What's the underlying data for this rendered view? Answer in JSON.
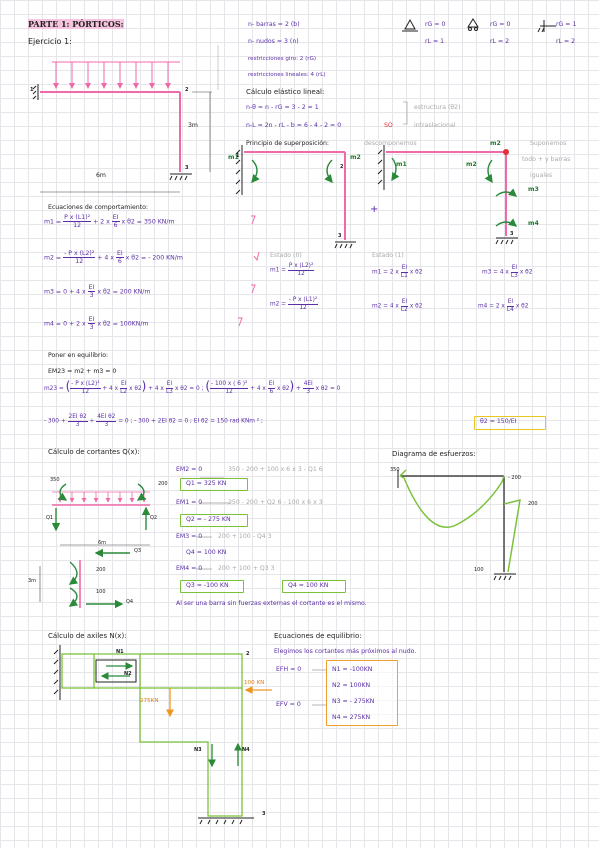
{
  "header": {
    "title": "PARTE 1: PÓRTICOS:",
    "subtitle": "Ejercicio 1:"
  },
  "counts": {
    "barras": "n- barras = 2  (b)",
    "nudos": "n- nudos = 3  (n)",
    "giro": "restricciones giro: 2 (rG)",
    "lineales": "restricciones lineales:  4  (rL)"
  },
  "supports": [
    {
      "top": "rG = 0",
      "bottom": "rL = 1"
    },
    {
      "top": "rG = 0",
      "bottom": "rL = 2"
    },
    {
      "top": "rG = 1",
      "bottom": "rL = 2"
    }
  ],
  "elastic": {
    "title": "Cálculo elástico lineal:",
    "eq1": "n-θ = n - rG = 3 - 2 = 1",
    "eq2": "n-L = 2n - rL - b = 6 - 4 - 2 = 0",
    "so": "SO",
    "note1": "estructura  (θ2)",
    "note2": "intraslacional"
  },
  "superposition": {
    "title": "Principio de superposición:",
    "aside": "descomponemos",
    "note1": "Suponemos",
    "note2": "todo + y barras",
    "note3": "iguales",
    "plus": "+"
  },
  "frame1": {
    "n1": "1",
    "n2": "2",
    "n3": "3",
    "len": "6m",
    "height": "3m"
  },
  "diag_labels": {
    "m1": "m1",
    "m2": "m2",
    "m3": "m3",
    "m4": "m4",
    "n1": "1",
    "n2": "2",
    "n3": "3"
  },
  "behaviour": {
    "title": "Ecuaciones de comportamiento:",
    "m1_lhs": "m1 =",
    "m1_num": "P x (L1)²",
    "m1_den": "12",
    "m1_mid": "+ 2 x",
    "m1_ei": "EI",
    "m1_l": "6",
    "m1_rhs": "x θ2 = 350 KN/m",
    "m2_lhs": "m2 =",
    "m2_num": "- P x (L2)²",
    "m2_den": "12",
    "m2_mid": "+ 4 x",
    "m2_ei": "EI",
    "m2_l": "6",
    "m2_rhs": "x θ2 = - 200 KN/m",
    "m3_lhs": "m3 =  0  + 4 x",
    "m3_ei": "EI",
    "m3_l": "3",
    "m3_rhs": "x θ2 = 200 KN/m",
    "m4_lhs": "m4 = 0  + 2 x",
    "m4_ei": "EI",
    "m4_l": "3",
    "m4_rhs": "x θ2 = 100KN/m"
  },
  "states": {
    "s0": "Estado (0)",
    "s1": "Estado (1)",
    "s0_m1_lhs": "m1 =",
    "s0_m1_num": "P x (L2)²",
    "s0_m1_den": "12",
    "s0_m2_lhs": "m2 =",
    "s0_m2_num": "- P x (L1)²",
    "s0_m2_den": "12",
    "s1_m1": "m1 = 2 x",
    "s1_m1_ei": "EI",
    "s1_m1_l": "L1",
    "s1_m1_r": "x θ2",
    "s1_m3": "m3 = 4 x",
    "s1_m3_ei": "EI",
    "s1_m3_l": "L3",
    "s1_m3_r": "x θ2",
    "s1_m2": "m2 = 4 x",
    "s1_m2_ei": "EI",
    "s1_m2_l": "L2",
    "s1_m2_r": "x θ2",
    "s1_m4": "m4 = 2 x",
    "s1_m4_ei": "EI",
    "s1_m4_l": "L4",
    "s1_m4_r": "x θ2"
  },
  "equilibrium": {
    "title": "Poner en equilibrio:",
    "l1": "EM23 = m2 + m3 = 0",
    "l2_lhs": "m23 =",
    "l2_num": "- P x (L2)²",
    "l2_den": "12",
    "l2_mid": "+ 4 x",
    "l2_ei": "EI",
    "l2_l": "L2",
    "l2_a": "x θ2",
    "l2_b": "+ 4 x",
    "l2_ei2": "EI",
    "l2_l2": "L3",
    "l2_c": "x θ2 = 0  ;",
    "l2_rnum": "- 100 x ( 6 )²",
    "l2_rden": "12",
    "l2_r1": "+ 4 x",
    "l2_rei": "EI",
    "l2_rl": "6",
    "l2_r2": "x θ2",
    "l2_r3": "+",
    "l2_rei2": "4EI",
    "l2_rl2": "3",
    "l2_r4": "x θ2 = 0",
    "l3_a": "- 300 +",
    "l3_n1": "2EI θ2",
    "l3_d1": "3",
    "l3_b": "+",
    "l3_n2": "4EI θ2",
    "l3_d2": "3",
    "l3_c": "= 0  ;  - 300 + 2EI θ2 = 0 ;  EI θ2 = 150 rad KNm ²  ;",
    "result": "θ2 = 150/EI"
  },
  "shear": {
    "title": "Cálculo de cortantes  Q(x):",
    "e1": "EM2 = 0",
    "e1r": "350 - 200 + 100 x 6 x 3 - Q1 6",
    "r1": "Q1 = 325 KN",
    "e2": "EM1 = 0",
    "e2r": "350 - 200 + Q2 6 - 100 x 6 x 3",
    "r2": "Q2 = - 275 KN",
    "e3": "EM3 = 0",
    "e3r": "200 + 100 - Q4 3",
    "r3": "Q4 = 100 KN",
    "e4": "EM4 = 0",
    "e4r": "200 + 100 + Q3 3",
    "r4": "Q3 = -100 KN",
    "r5": "Q4 = 100 KN",
    "note": "Al ser una barra sin fuerzas  externas el cortante es el mismo."
  },
  "shear_fig": {
    "v350": "350",
    "v200": "200",
    "q1": "Q1",
    "q2": "Q2",
    "q3": "Q3",
    "q4": "Q4",
    "len": "6m",
    "h": "3m",
    "v200b": "200",
    "v100": "100"
  },
  "stress": {
    "title": "Diagrama de esfuerzos:",
    "v350": "350",
    "vm200": "- 200",
    "v200": "200",
    "v100": "100"
  },
  "axial": {
    "title": "Cálculo de axiles  N(x):",
    "n1": "N1",
    "n2": "N2",
    "n3": "N3",
    "n4": "N4",
    "node2": "2",
    "node3": "3",
    "f275": "275KN",
    "f100": "100 KN"
  },
  "eq_eq": {
    "title": "Ecuaciones de equilibrio:",
    "sub": "Elegimos los cortantes más próximos al nudo.",
    "fx": "EFH = 0",
    "fy": "EFV = 0",
    "r1": "N1 = -100KN",
    "r2": "N2 = 100KN",
    "r3": "N3 = - 275KN",
    "r4": "N4 = 275KN"
  },
  "colors": {
    "pink": "#ef6aa8",
    "green": "#2a8a3a",
    "purple": "#5a2ea6",
    "orange": "#f0961e",
    "lime": "#7bc23a"
  }
}
